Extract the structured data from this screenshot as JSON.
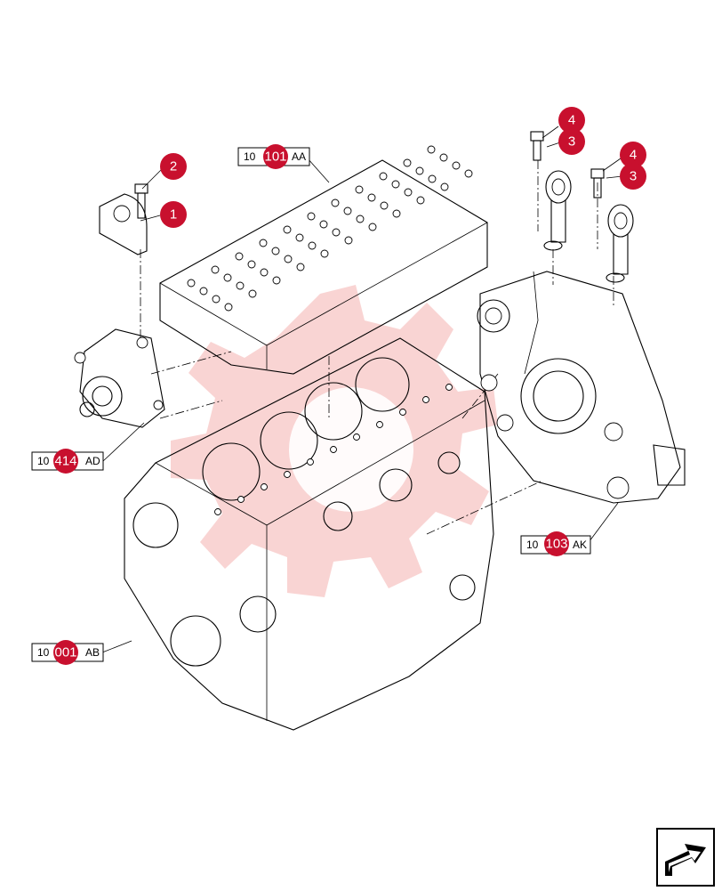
{
  "callouts": [
    {
      "id": "c1",
      "label": "1"
    },
    {
      "id": "c2",
      "label": "2"
    },
    {
      "id": "c3a",
      "label": "3"
    },
    {
      "id": "c3b",
      "label": "3"
    },
    {
      "id": "c4a",
      "label": "4"
    },
    {
      "id": "c4b",
      "label": "4"
    }
  ],
  "references": [
    {
      "id": "cylinder-head",
      "prefix": "10",
      "number": "101",
      "suffix": "AA"
    },
    {
      "id": "water-pump",
      "prefix": "10",
      "number": "414",
      "suffix": "AD"
    },
    {
      "id": "flywheel-housing",
      "prefix": "10",
      "number": "103",
      "suffix": "AK"
    },
    {
      "id": "engine-block",
      "prefix": "10",
      "number": "001",
      "suffix": "AB"
    }
  ],
  "icons": {
    "navigation": "arrow-return-icon"
  },
  "colors": {
    "callout": "#c8102e",
    "watermark": "#e53935",
    "line": "#000000"
  }
}
